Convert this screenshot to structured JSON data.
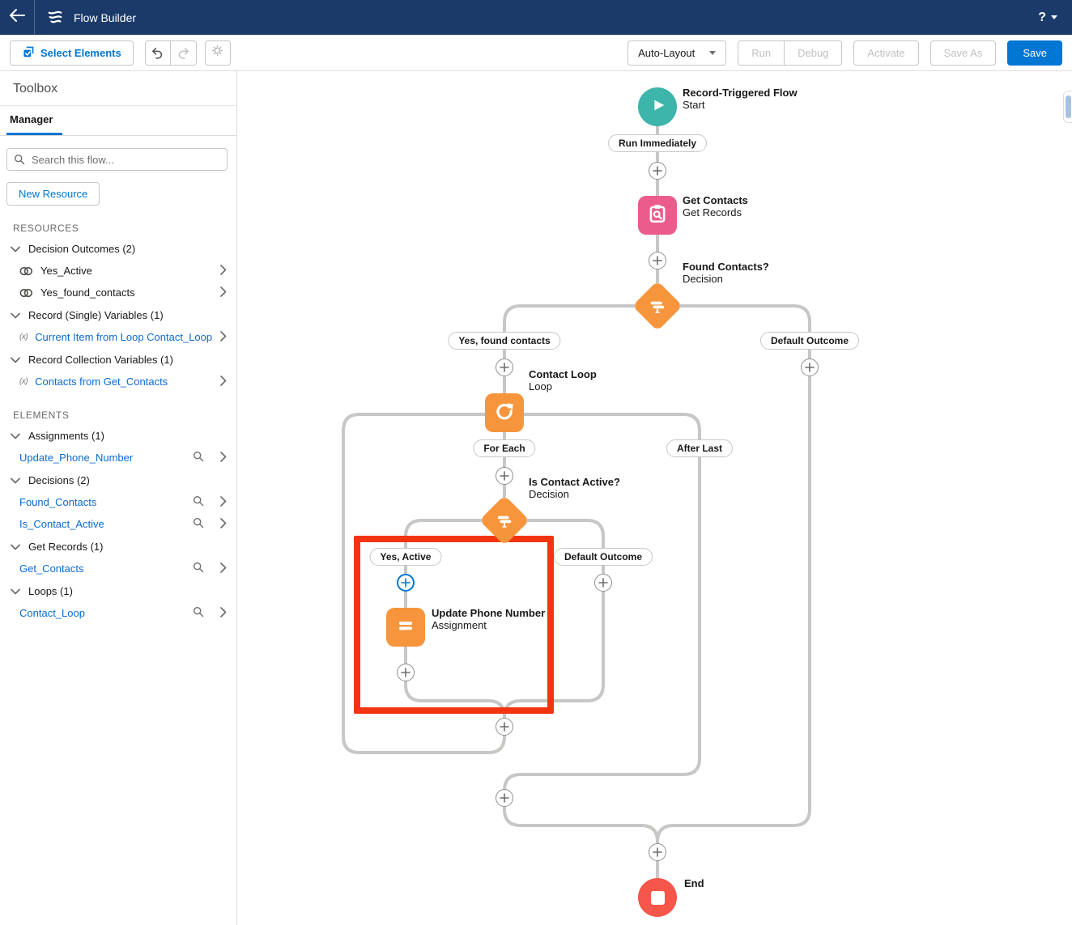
{
  "header": {
    "title": "Flow Builder",
    "help_label": "?"
  },
  "toolbar": {
    "select_elements": "Select Elements",
    "auto_layout": "Auto-Layout",
    "run": "Run",
    "debug": "Debug",
    "activate": "Activate",
    "save_as": "Save As",
    "save": "Save"
  },
  "sidebar": {
    "title": "Toolbox",
    "tab": "Manager",
    "search_placeholder": "Search this flow...",
    "new_resource": "New Resource",
    "resources_label": "RESOURCES",
    "elements_label": "ELEMENTS",
    "variable_icon_label": "(x)",
    "resource_groups": [
      {
        "label": "Decision Outcomes (2)",
        "items": [
          {
            "label": "Yes_Active"
          },
          {
            "label": "Yes_found_contacts"
          }
        ]
      },
      {
        "label": "Record (Single) Variables (1)",
        "items": [
          {
            "label": "Current Item from Loop Contact_Loop"
          }
        ]
      },
      {
        "label": "Record Collection Variables (1)",
        "items": [
          {
            "label": "Contacts from Get_Contacts"
          }
        ]
      }
    ],
    "element_groups": [
      {
        "label": "Assignments (1)",
        "items": [
          {
            "label": "Update_Phone_Number"
          }
        ]
      },
      {
        "label": "Decisions (2)",
        "items": [
          {
            "label": "Found_Contacts"
          },
          {
            "label": "Is_Contact_Active"
          }
        ]
      },
      {
        "label": "Get Records (1)",
        "items": [
          {
            "label": "Get_Contacts"
          }
        ]
      },
      {
        "label": "Loops (1)",
        "items": [
          {
            "label": "Contact_Loop"
          }
        ]
      }
    ]
  },
  "canvas": {
    "nodes": {
      "start": {
        "title": "Record-Triggered Flow",
        "subtitle": "Start"
      },
      "get_contacts": {
        "title": "Get Contacts",
        "subtitle": "Get Records"
      },
      "found_contacts": {
        "title": "Found Contacts?",
        "subtitle": "Decision"
      },
      "contact_loop": {
        "title": "Contact Loop",
        "subtitle": "Loop"
      },
      "is_contact_active": {
        "title": "Is Contact Active?",
        "subtitle": "Decision"
      },
      "update_phone": {
        "title": "Update Phone Number",
        "subtitle": "Assignment"
      },
      "end": {
        "title": "End"
      }
    },
    "pills": {
      "run_immediately": "Run Immediately",
      "yes_found_contacts": "Yes, found contacts",
      "default_outcome_found": "Default Outcome",
      "for_each": "For Each",
      "after_last": "After Last",
      "yes_active": "Yes, Active",
      "default_outcome_active": "Default Outcome"
    },
    "colors": {
      "accent_blue": "#0176d3",
      "header_navy": "#1b3a69",
      "start_teal": "#3db5ab",
      "get_records_pink": "#eb5c8c",
      "flow_orange": "#f6953c",
      "end_red": "#f4564a",
      "highlight_red": "#f23510",
      "connector_gray": "#c9c7c5"
    }
  }
}
